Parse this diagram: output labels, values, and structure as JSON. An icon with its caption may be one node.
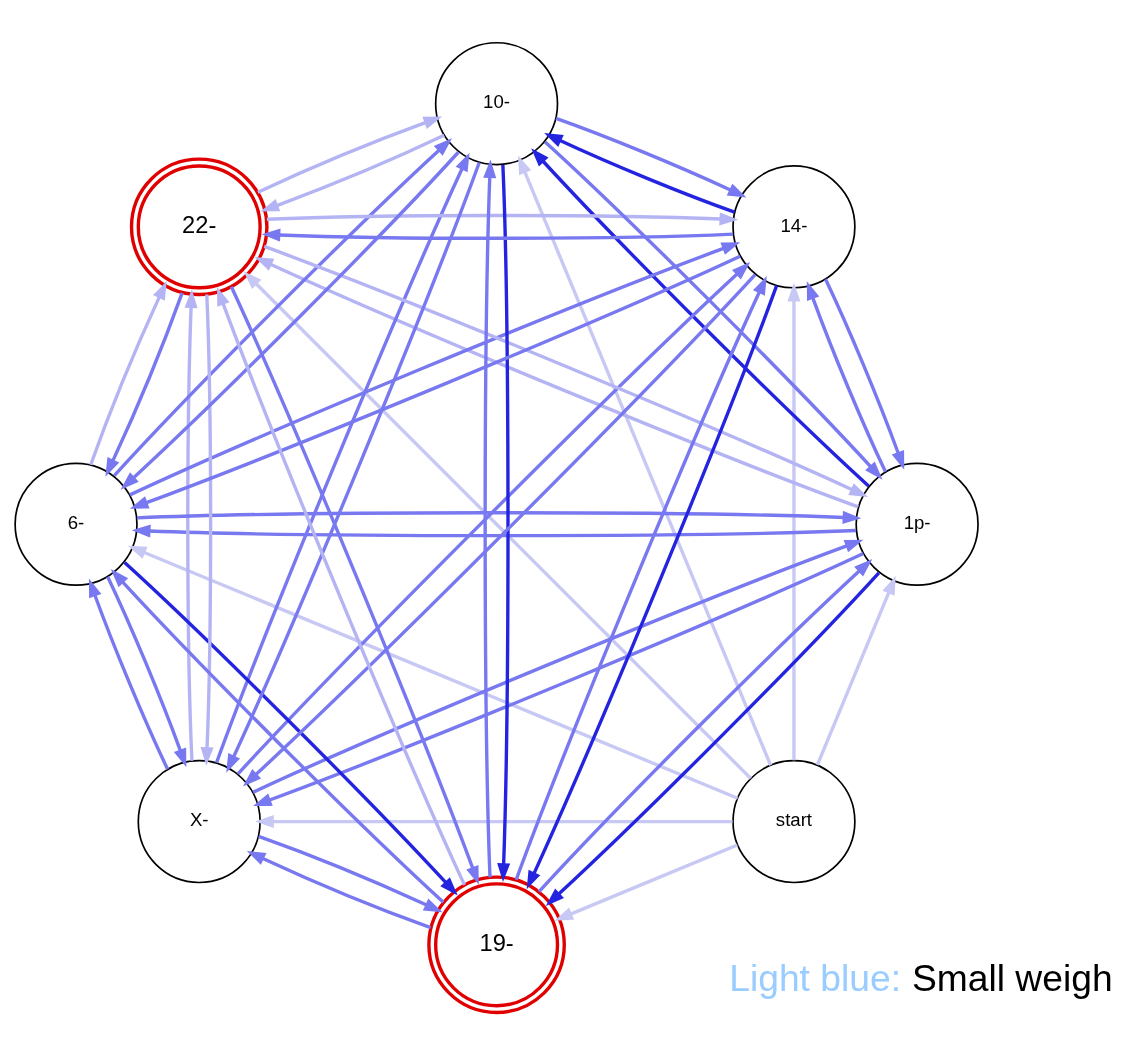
{
  "diagram": {
    "nodes": [
      {
        "text": [
          "start"
        ]
      },
      {
        "text": [
          "1p-"
        ]
      },
      {
        "text": [
          "X-"
        ]
      },
      {
        "text": [
          "6-"
        ]
      },
      {
        "text": [
          "22-"
        ]
      },
      {
        "text": [
          "10-"
        ]
      },
      {
        "text": [
          "14-"
        ]
      },
      {
        "text": [
          "19-"
        ]
      }
    ],
    "edges": [
      {
        "from": 0,
        "to": 1,
        "arrow": "to",
        "color": "#c8c8f4"
      },
      {
        "from": 0,
        "to": 2,
        "arrow": "to",
        "color": "#c8c8f4"
      },
      {
        "from": 0,
        "to": 3,
        "arrow": "to",
        "color": "#c8c8f4"
      },
      {
        "from": 0,
        "to": 4,
        "arrow": "to",
        "color": "#c8c8f4"
      },
      {
        "from": 0,
        "to": 5,
        "arrow": "to",
        "color": "#c8c8f4"
      },
      {
        "from": 0,
        "to": 6,
        "arrow": "to",
        "color": "#c8c8f4"
      },
      {
        "from": 0,
        "to": 7,
        "arrow": "to",
        "color": "#c8c8f4"
      },
      {
        "from": 1,
        "to": 2,
        "arrow": "to"
      },
      {
        "from": 2,
        "to": 1,
        "arrow": "to"
      },
      {
        "from": 1,
        "to": 3,
        "arrow": "to"
      },
      {
        "from": 3,
        "to": 1,
        "arrow": "to"
      },
      {
        "from": 1,
        "to": 4,
        "arrow": "to",
        "color": "#b4b4f4"
      },
      {
        "from": 4,
        "to": 1,
        "arrow": "to",
        "color": "#b4b4f4"
      },
      {
        "from": 1,
        "to": 5,
        "arrow": "to",
        "color": "#2424e0"
      },
      {
        "from": 5,
        "to": 1,
        "arrow": "to"
      },
      {
        "from": 1,
        "to": 6,
        "arrow": "to"
      },
      {
        "from": 6,
        "to": 1,
        "arrow": "to"
      },
      {
        "from": 1,
        "to": 7,
        "arrow": "to",
        "color": "#2424e0"
      },
      {
        "from": 7,
        "to": 1,
        "arrow": "to"
      },
      {
        "from": 2,
        "to": 3,
        "arrow": "to"
      },
      {
        "from": 3,
        "to": 2,
        "arrow": "to"
      },
      {
        "from": 2,
        "to": 4,
        "arrow": "to",
        "color": "#b4b4f4"
      },
      {
        "from": 4,
        "to": 2,
        "arrow": "to",
        "color": "#b4b4f4"
      },
      {
        "from": 2,
        "to": 5,
        "arrow": "to"
      },
      {
        "from": 5,
        "to": 2,
        "arrow": "to"
      },
      {
        "from": 2,
        "to": 6,
        "arrow": "to"
      },
      {
        "from": 6,
        "to": 2,
        "arrow": "to"
      },
      {
        "from": 2,
        "to": 7,
        "arrow": "to"
      },
      {
        "from": 7,
        "to": 2,
        "arrow": "to"
      },
      {
        "from": 3,
        "to": 4,
        "arrow": "to",
        "color": "#b4b4f4"
      },
      {
        "from": 4,
        "to": 3,
        "arrow": "to"
      },
      {
        "from": 3,
        "to": 5,
        "arrow": "to"
      },
      {
        "from": 5,
        "to": 3,
        "arrow": "to"
      },
      {
        "from": 3,
        "to": 6,
        "arrow": "to"
      },
      {
        "from": 6,
        "to": 3,
        "arrow": "to"
      },
      {
        "from": 3,
        "to": 7,
        "arrow": "to",
        "color": "#2424e0"
      },
      {
        "from": 7,
        "to": 3,
        "arrow": "to"
      },
      {
        "from": 4,
        "to": 5,
        "arrow": "to",
        "color": "#b4b4f4"
      },
      {
        "from": 5,
        "to": 4,
        "arrow": "to",
        "color": "#b4b4f4"
      },
      {
        "from": 4,
        "to": 6,
        "arrow": "to",
        "color": "#b4b4f4"
      },
      {
        "from": 6,
        "to": 4,
        "arrow": "to"
      },
      {
        "from": 4,
        "to": 7,
        "arrow": "to"
      },
      {
        "from": 7,
        "to": 4,
        "arrow": "to",
        "color": "#b4b4f4"
      },
      {
        "from": 5,
        "to": 6,
        "arrow": "to"
      },
      {
        "from": 6,
        "to": 5,
        "arrow": "to",
        "color": "#2424e0"
      },
      {
        "from": 5,
        "to": 7,
        "arrow": "to",
        "color": "#2424e0"
      },
      {
        "from": 7,
        "to": 5,
        "arrow": "to"
      },
      {
        "from": 6,
        "to": 7,
        "arrow": "to",
        "color": "#2424e0"
      },
      {
        "from": 7,
        "to": 6,
        "arrow": "to"
      }
    ],
    "labels": [
      "Light blue:",
      "Small weigh"
    ]
  }
}
